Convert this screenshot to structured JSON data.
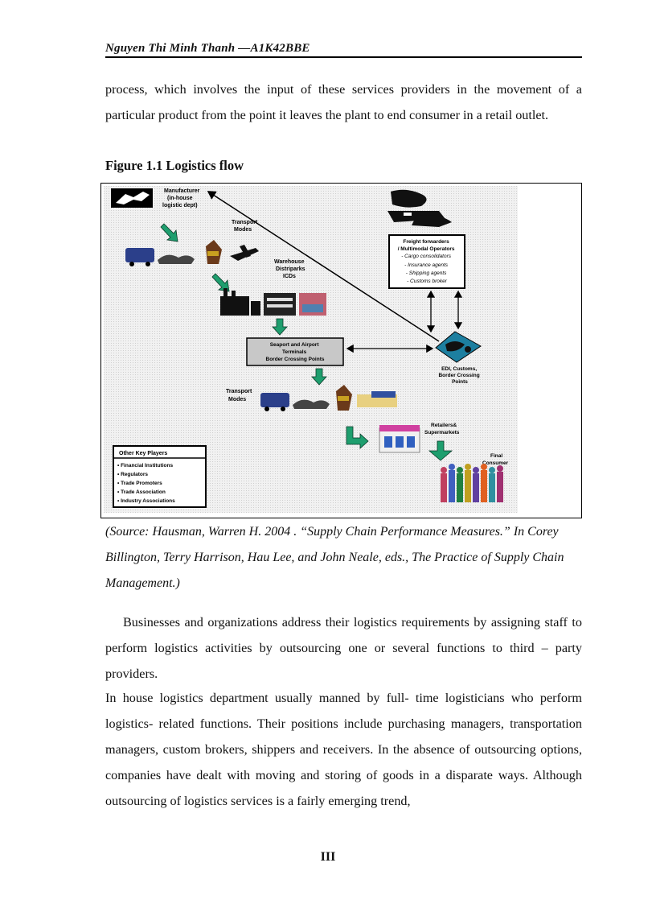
{
  "header": {
    "text": "Nguyen Thi Minh Thanh —A1K42BBE"
  },
  "intro_text": "process, which involves the input of these services providers in the movement of a particular product from the point it leaves the plant to end consumer in a retail outlet.",
  "figure_title": "Figure 1.1 Logistics flow",
  "diagram": {
    "manufacturer": [
      "Manufacturer",
      "(in-house",
      "logistic dept)"
    ],
    "transport_modes_top": [
      "Transport",
      "Modes"
    ],
    "warehouse": [
      "Warehouse",
      "Distriparks",
      "ICDs"
    ],
    "seaport": [
      "Seaport and Airport",
      "Terminals",
      "Border Crossing Points"
    ],
    "transport_modes_bottom": [
      "Transport",
      "Modes"
    ],
    "freight": [
      "Freight forwarders",
      "/ Multimodal Operators",
      "- Cargo consolidators",
      "- Insurance agents",
      "- Shipping agents",
      "- Customs broker"
    ],
    "edi": [
      "EDI, Customs,",
      "Border Crossing",
      "Points"
    ],
    "retailers": [
      "Retailers&",
      "Supermarkets"
    ],
    "final_consumer": [
      "Final",
      "Consumer"
    ],
    "other_key_players": {
      "title": "Other Key Players",
      "items": [
        "• Financial Institutions",
        "• Regulators",
        "• Trade Promoters",
        "• Trade Association",
        "•  Industry Associations"
      ]
    }
  },
  "source": "(Source: Hausman, Warren H. 2004 . “Supply Chain Performance Measures.” In Corey Billington, Terry Harrison, Hau Lee, and John Neale, eds., The Practice of Supply Chain Management.)",
  "para1": "Businesses and organizations address their logistics requirements by assigning staff to perform logistics activities by outsourcing one or several functions to third – party providers.",
  "para2": "In house logistics department usually manned by full- time logisticians who perform logistics- related functions. Their positions include purchasing managers, transportation managers, custom brokers, shippers and receivers. In the absence of outsourcing options, companies have dealt with moving and storing of goods in a disparate ways. Although outsourcing of logistics services is a fairly emerging trend,",
  "page_number": "III"
}
